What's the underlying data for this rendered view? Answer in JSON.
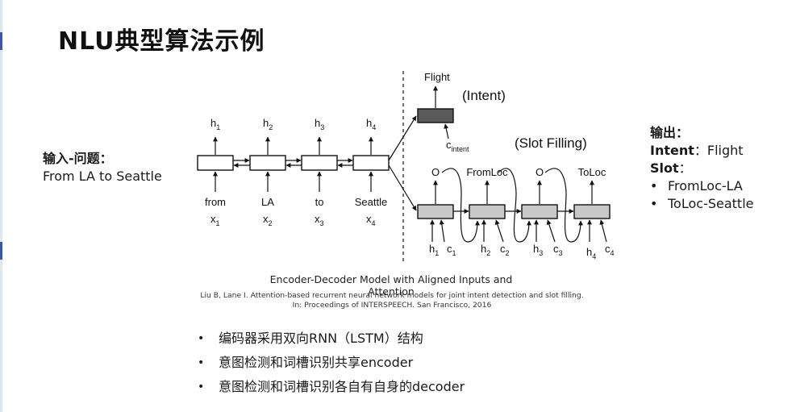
{
  "slide": {
    "title": "NLU典型算法示例",
    "input_heading": "输入-问题：",
    "input_text": "From LA to Seattle",
    "output_heading": "输出：",
    "output_intent_label": "Intent",
    "output_intent_value": "：Flight",
    "output_slot_label": "Slot",
    "output_slot_colon": "：",
    "output_slots": [
      "FromLoc-LA",
      "ToLoc-Seattle"
    ],
    "bullets": [
      "编码器采用双向RNN（LSTM）结构",
      "意图检测和词槽识别共享encoder",
      "意图检测和词槽识别各自有自身的decoder"
    ]
  },
  "diagram": {
    "caption": "Encoder-Decoder Model with Aligned Inputs and Attention",
    "citation_line1": "Liu B, Lane I. Attention-based recurrent neural network models for joint intent detection and slot filling.",
    "citation_line2": "In: Proceedings of INTERSPEECH. San Francisco, 2016",
    "encoder": {
      "hidden_labels": [
        "h1",
        "h2",
        "h3",
        "h4"
      ],
      "words": [
        "from",
        "LA",
        "to",
        "Seattle"
      ],
      "inputs": [
        "x1",
        "x2",
        "x3",
        "x4"
      ]
    },
    "intent": {
      "output_label": "Flight",
      "label": "(Intent)",
      "context": "c_intent"
    },
    "slot_filling": {
      "label": "(Slot Filling)",
      "outputs": [
        "O",
        "FromLoc",
        "O",
        "ToLoc"
      ],
      "h_inputs": [
        "h1",
        "h2",
        "h3",
        "h4"
      ],
      "c_inputs": [
        "c1",
        "c2",
        "c3",
        "c4"
      ]
    }
  }
}
